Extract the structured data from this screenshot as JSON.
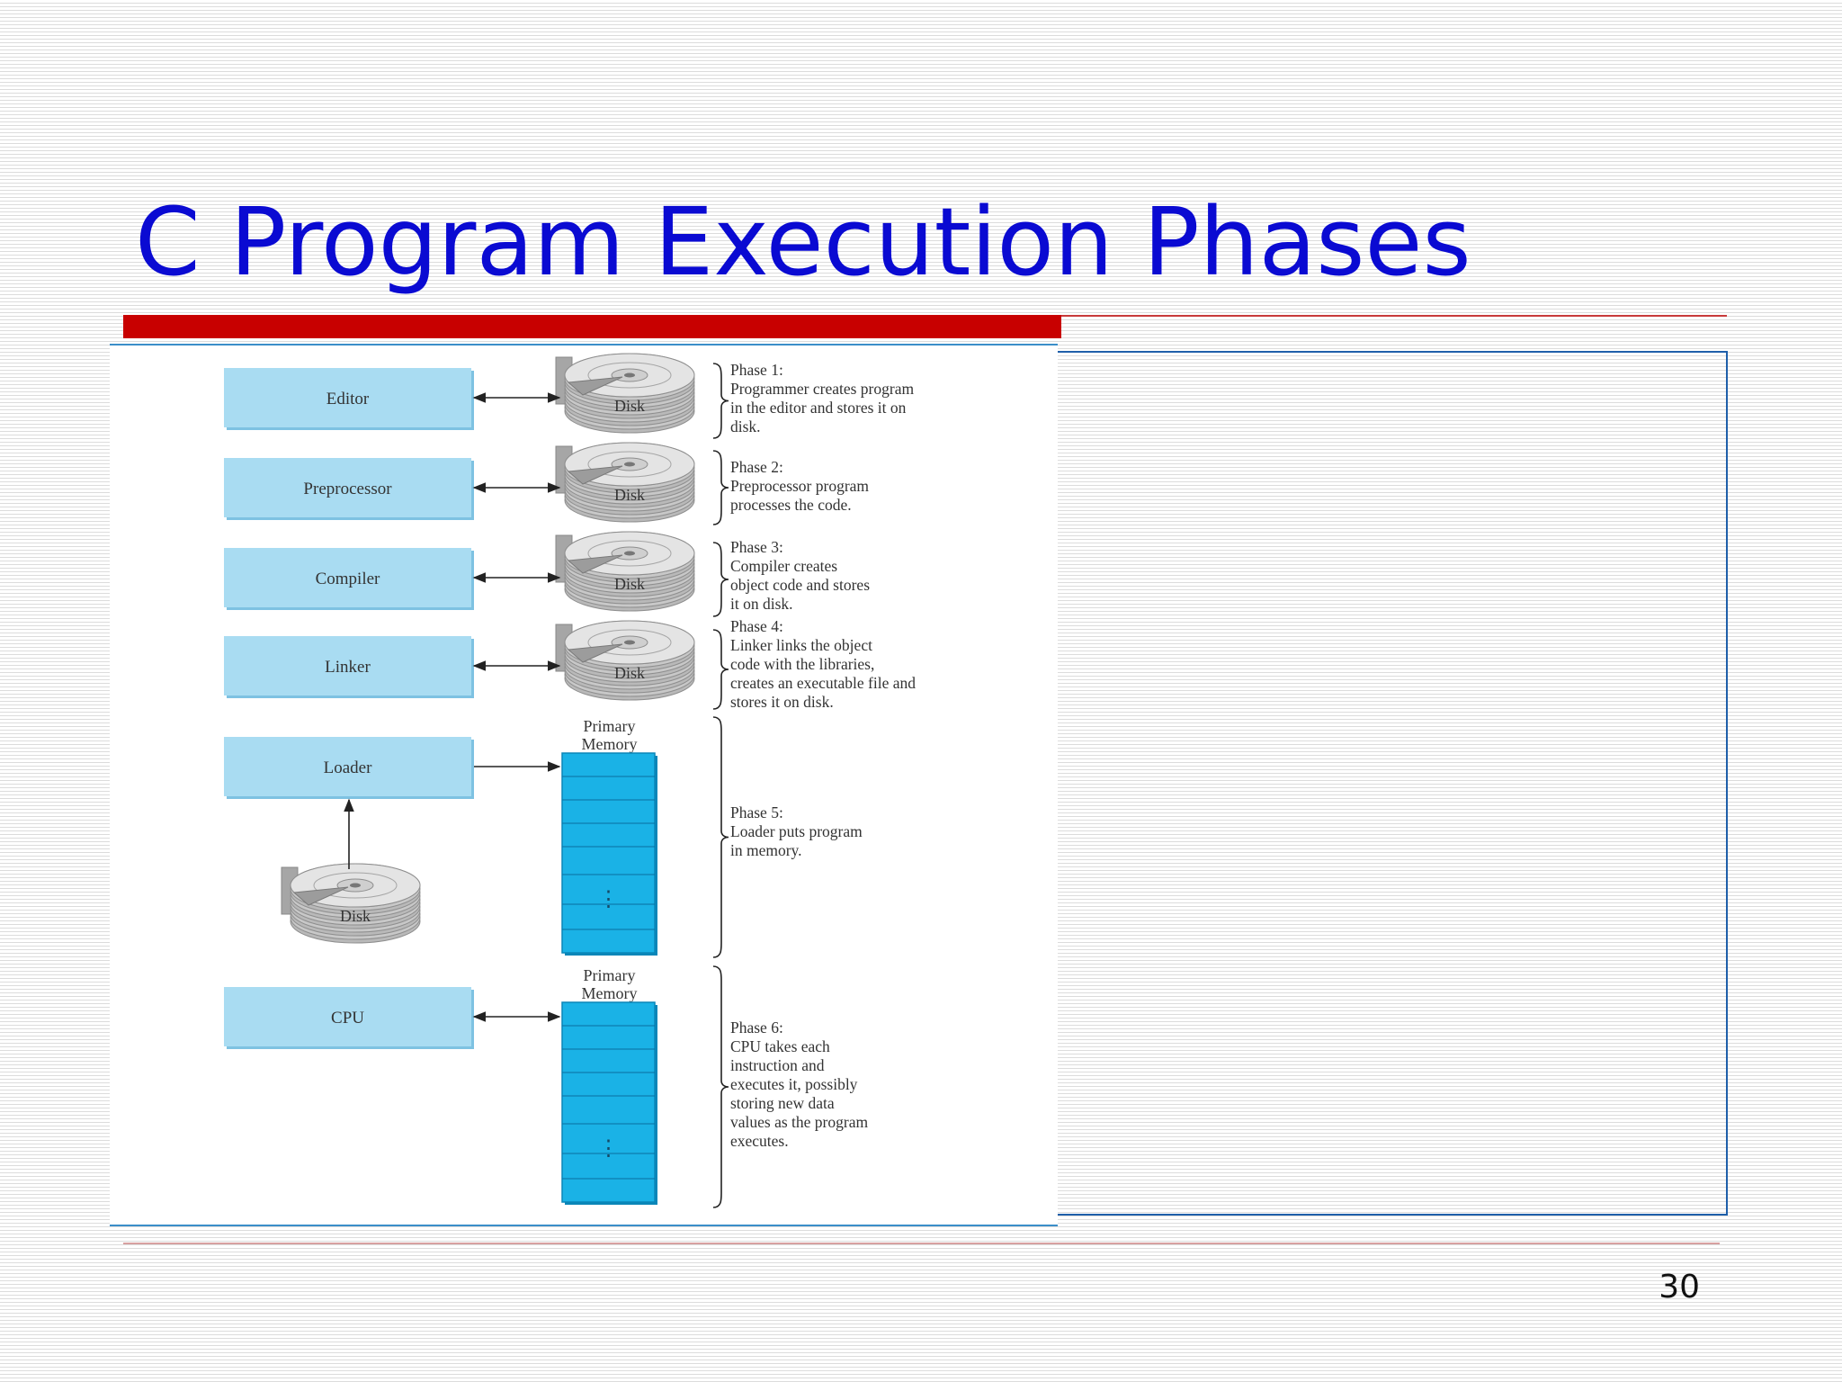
{
  "slide": {
    "title": "C Program Execution Phases",
    "page_number": "30"
  },
  "diagram": {
    "disk_label": "Disk",
    "memory_label_line1": "Primary",
    "memory_label_line2": "Memory",
    "memory_ellipsis": "⋮",
    "colors": {
      "box_fill": "#a9dcf2",
      "box_edge": "#7ec2e2",
      "memory_fill": "#1ab2e6",
      "memory_edge": "#0a86b8",
      "disk_gray": "#b9b9b9",
      "text": "#333333"
    },
    "components": [
      {
        "label": "Editor"
      },
      {
        "label": "Preprocessor"
      },
      {
        "label": "Compiler"
      },
      {
        "label": "Linker"
      },
      {
        "label": "Loader"
      },
      {
        "label": "CPU"
      }
    ],
    "phases": [
      {
        "lines": [
          "Phase 1:",
          "Programmer creates program",
          "in the editor and stores it on",
          "disk."
        ]
      },
      {
        "lines": [
          "Phase 2:",
          "Preprocessor program",
          "processes the code."
        ]
      },
      {
        "lines": [
          "Phase 3:",
          "Compiler creates",
          "object code and stores",
          "it on disk."
        ]
      },
      {
        "lines": [
          "Phase 4:",
          "Linker links the object",
          "code with the libraries,",
          "creates an executable file and",
          "stores it on disk."
        ]
      },
      {
        "lines": [
          "Phase 5:",
          "Loader puts program",
          "in memory."
        ]
      },
      {
        "lines": [
          "Phase 6:",
          "CPU takes each",
          "instruction and",
          "executes it, possibly",
          "storing new data",
          "values as the program",
          "executes."
        ]
      }
    ]
  }
}
